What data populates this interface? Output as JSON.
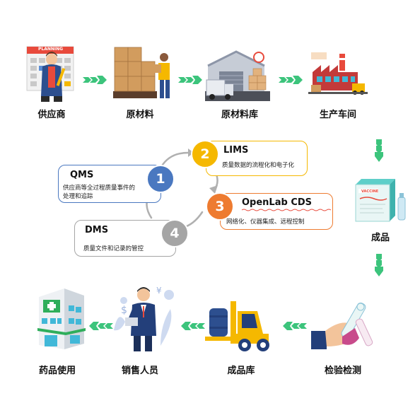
{
  "top_row": [
    {
      "label": "供应商",
      "icon": "supplier-planning-icon",
      "sign": "PLANNING"
    },
    {
      "label": "原材料",
      "icon": "raw-material-boxes-icon"
    },
    {
      "label": "原材料库",
      "icon": "raw-material-warehouse-icon"
    },
    {
      "label": "生产车间",
      "icon": "production-factory-icon"
    }
  ],
  "finished": {
    "label": "成品",
    "icon": "vaccine-box-icon",
    "box_text": "VACCINE"
  },
  "bottom_row": [
    {
      "label": "药品使用",
      "icon": "pharmacy-building-icon"
    },
    {
      "label": "销售人员",
      "icon": "salesperson-icon"
    },
    {
      "label": "成品库",
      "icon": "forklift-warehouse-icon"
    },
    {
      "label": "检验检测",
      "icon": "lab-test-tube-icon"
    }
  ],
  "cycle": [
    {
      "number": "1",
      "title": "QMS",
      "desc_line1": "供应商等全过程质量事件的",
      "desc_line2": "处理和追踪",
      "color": "#4a78c0"
    },
    {
      "number": "2",
      "title": "LIMS",
      "desc_line1": "质量数据的流程化和电子化",
      "desc_line2": "",
      "color": "#f5b800"
    },
    {
      "number": "3",
      "title": "OpenLab CDS",
      "desc_line1": "网络化、仪器集成、远程控制",
      "desc_line2": "",
      "color": "#ee7b30"
    },
    {
      "number": "4",
      "title": "DMS",
      "desc_line1": "质量文件和记录的管控",
      "desc_line2": "",
      "color": "#a5a5a5"
    }
  ],
  "colors": {
    "flow_arrow": "#3cc47c",
    "cycle_arrow": "#b0b0b0",
    "qms_border": "#4a78c0",
    "lims_border": "#f5b800",
    "cds_border": "#ee7b30",
    "dms_border": "#a5a5a5"
  }
}
